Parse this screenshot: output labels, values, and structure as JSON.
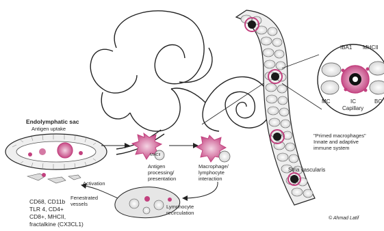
{
  "labels": {
    "endolymphatic_sac": "Endolymphatic sac",
    "antigen_uptake": "Antigen uptake",
    "activation": "Activation",
    "fenestrated_1": "Fenestrated",
    "fenestrated_2": "vessels",
    "antigen_proc_1": "Antigen",
    "antigen_proc_2": "processing/",
    "antigen_proc_3": "presentation",
    "mhcii_small": "MHCII",
    "macro_lymph_1": "Macrophage/",
    "macro_lymph_2": "lymphocyte",
    "macro_lymph_3": "interaction",
    "lymph_recirc_1": "Lymphocyte",
    "lymph_recirc_2": "recirculation",
    "stria": "Stria vascularis",
    "primed_1": "\"Primed macrophages\"",
    "primed_2": "Innate and adaptive",
    "primed_3": "immune system",
    "iba1": "IBA1",
    "mhcii": "MHCII",
    "mc": "MC",
    "ic": "IC",
    "bc": "BC",
    "capillary": "Capillary",
    "signature": "© Ahmad Latif"
  },
  "markers": [
    "CD68, CD11b",
    "TLR 4, CD4+",
    "CD8+, MHCII,",
    "fractalkine (CX3CL1)"
  ],
  "colors": {
    "magenta": "#c2407e",
    "pink_light": "#e8b6cf",
    "ink": "#222222",
    "cell_fill": "#ececec"
  }
}
